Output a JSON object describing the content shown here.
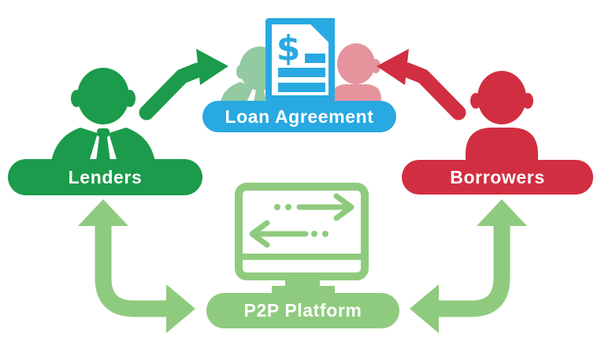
{
  "nodes": {
    "lenders": {
      "label": "Lenders"
    },
    "borrowers": {
      "label": "Borrowers"
    },
    "loan_agreement": {
      "label": "Loan Agreement"
    },
    "p2p_platform": {
      "label": "P2P Platform"
    }
  },
  "document_icon": {
    "dollar": "$"
  },
  "colors": {
    "lenders_green": "#1b9b4b",
    "borrowers_red": "#d22e41",
    "agreement_blue": "#29a9e1",
    "platform_green": "#8fcb7e",
    "faded_green": "#93caa2",
    "faded_pink": "#e5949e",
    "label_text": "#ffffff"
  },
  "edges": [
    {
      "from": "Lenders",
      "to": "Loan Agreement",
      "direction": "one-way",
      "color": "#1b9b4b"
    },
    {
      "from": "Borrowers",
      "to": "Loan Agreement",
      "direction": "one-way",
      "color": "#d22e41"
    },
    {
      "from": "Lenders",
      "to": "P2P Platform",
      "direction": "bidirectional",
      "color": "#8fcb7e"
    },
    {
      "from": "Borrowers",
      "to": "P2P Platform",
      "direction": "bidirectional",
      "color": "#8fcb7e"
    }
  ]
}
